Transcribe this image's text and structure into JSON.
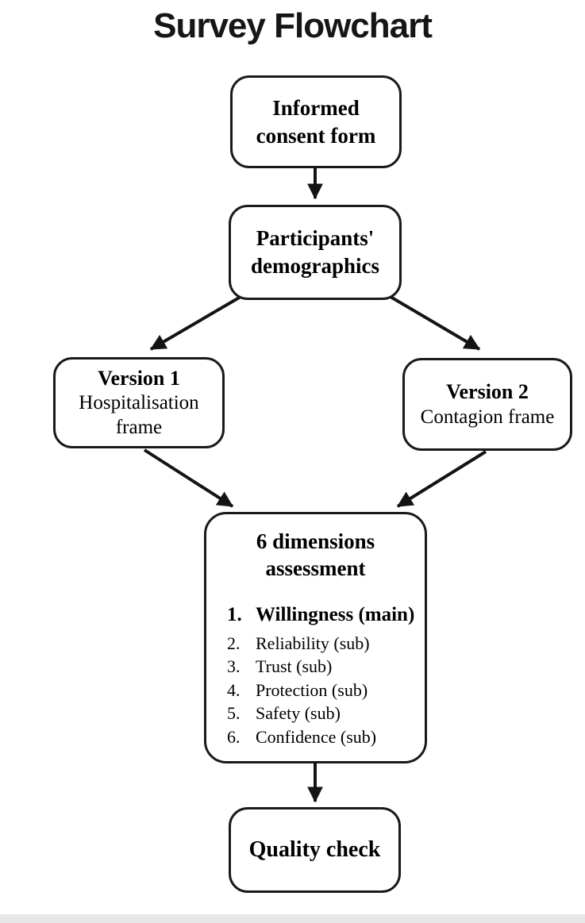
{
  "title": "Survey Flowchart",
  "nodes": {
    "consent": {
      "label": "Informed consent form"
    },
    "demographics": {
      "label": "Participants' demographics"
    },
    "version1": {
      "title": "Version 1",
      "subtitle": "Hospitalisation frame"
    },
    "version2": {
      "title": "Version 2",
      "subtitle": "Contagion frame"
    },
    "assessment": {
      "title": "6 dimensions assessment",
      "items": [
        {
          "num": "1.",
          "label": "Willingness (main)"
        },
        {
          "num": "2.",
          "label": "Reliability (sub)"
        },
        {
          "num": "3.",
          "label": "Trust (sub)"
        },
        {
          "num": "4.",
          "label": "Protection (sub)"
        },
        {
          "num": "5.",
          "label": "Safety (sub)"
        },
        {
          "num": "6.",
          "label": "Confidence (sub)"
        }
      ]
    },
    "quality": {
      "label": "Quality check"
    }
  },
  "arrows": [
    "consent-to-demographics",
    "demographics-to-version1",
    "demographics-to-version2",
    "version1-to-assessment",
    "version2-to-assessment",
    "assessment-to-quality"
  ],
  "colors": {
    "border": "#1a1a1a",
    "text": "#000000",
    "background": "#ffffff"
  }
}
